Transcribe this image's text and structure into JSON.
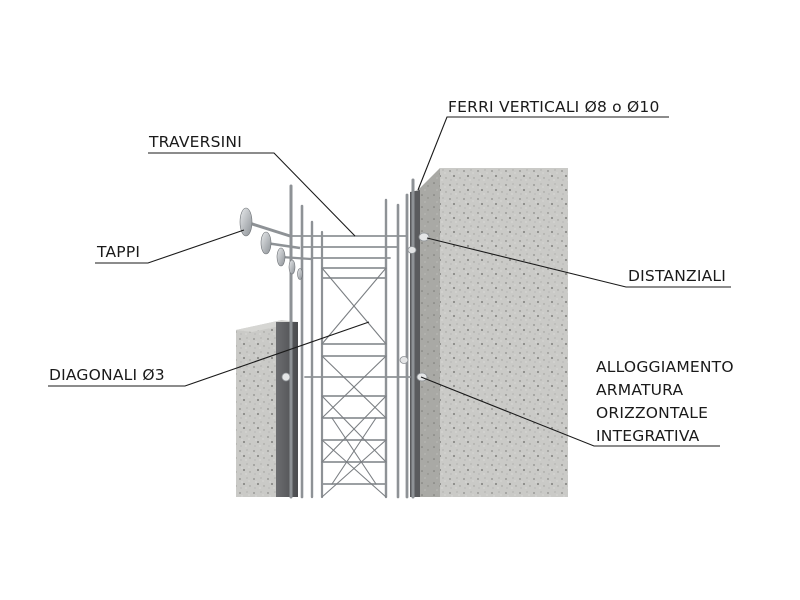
{
  "labels": {
    "ferri_verticali": "FERRI VERTICALI Ø8 o Ø10",
    "traversini": "TRAVERSINI",
    "tappi": "TAPPI",
    "distanziali": "DISTANZIALI",
    "diagonali": "DIAGONALI Ø3",
    "alloggiamento_1": "ALLOGGIAMENTO",
    "alloggiamento_2": "ARMATURA",
    "alloggiamento_3": "ORIZZONTALE",
    "alloggiamento_4": "INTEGRATIVA"
  },
  "colors": {
    "concrete": "#c9c9c6",
    "concrete_dark": "#9c9c98",
    "insulation_sheet": "#5f6063",
    "steel": "#8e9296",
    "text": "#1a1a1a"
  }
}
